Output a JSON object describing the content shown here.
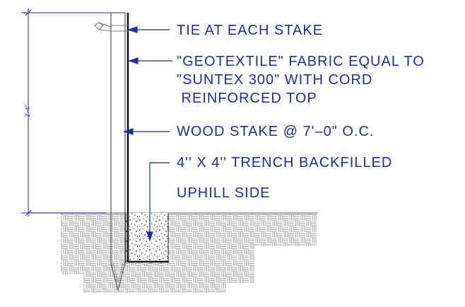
{
  "colors": {
    "line": "#1f2fa0",
    "ground": "#8a8a8a",
    "stake": "#666666",
    "fabric": "#111111",
    "background": "#ffffff"
  },
  "labels": {
    "tie": "TIE AT EACH STAKE",
    "geotextile_line1": "\"GEOTEXTILE\" FABRIC EQUAL TO",
    "geotextile_line2": "\"SUNTEX 300\" WITH CORD",
    "geotextile_line3": " REINFORCED TOP",
    "wood_stake": "WOOD STAKE @ 7'–0\" O.C.",
    "trench_line1": "4'' X 4'' TRENCH BACKFILLED",
    "trench_line2": "UPHILL SIDE"
  },
  "dimension": {
    "value": "2'-4\""
  }
}
